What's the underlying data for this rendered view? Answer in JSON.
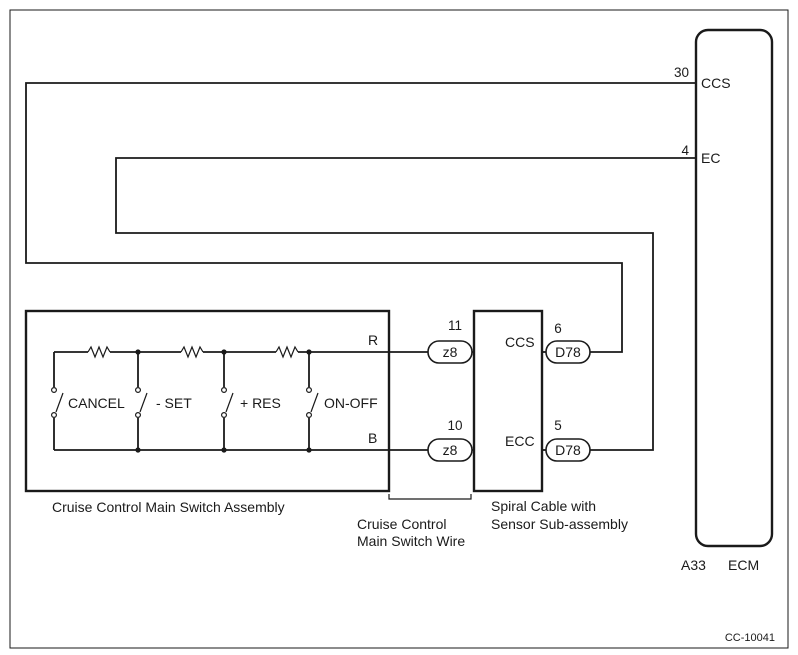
{
  "figure_code": "CC-10041",
  "ecm": {
    "part_id": "A33",
    "name": "ECM",
    "pins": [
      {
        "number": "30",
        "name": "CCS"
      },
      {
        "number": "4",
        "name": "EC"
      }
    ]
  },
  "switch_assembly": {
    "label": "Cruise Control Main Switch Assembly",
    "switches": [
      "CANCEL",
      "- SET",
      "+ RES",
      "ON-OFF"
    ],
    "terminals": [
      "R",
      "B"
    ]
  },
  "main_switch_wire": {
    "label_line1": "Cruise Control",
    "label_line2": "Main Switch Wire",
    "connector": "z8",
    "pins": [
      "11",
      "10"
    ]
  },
  "spiral_cable": {
    "label_line1": "Spiral Cable with",
    "label_line2": "Sensor Sub-assembly",
    "terminals": [
      "CCS",
      "ECC"
    ],
    "connector": "D78",
    "pins": [
      "6",
      "5"
    ]
  }
}
